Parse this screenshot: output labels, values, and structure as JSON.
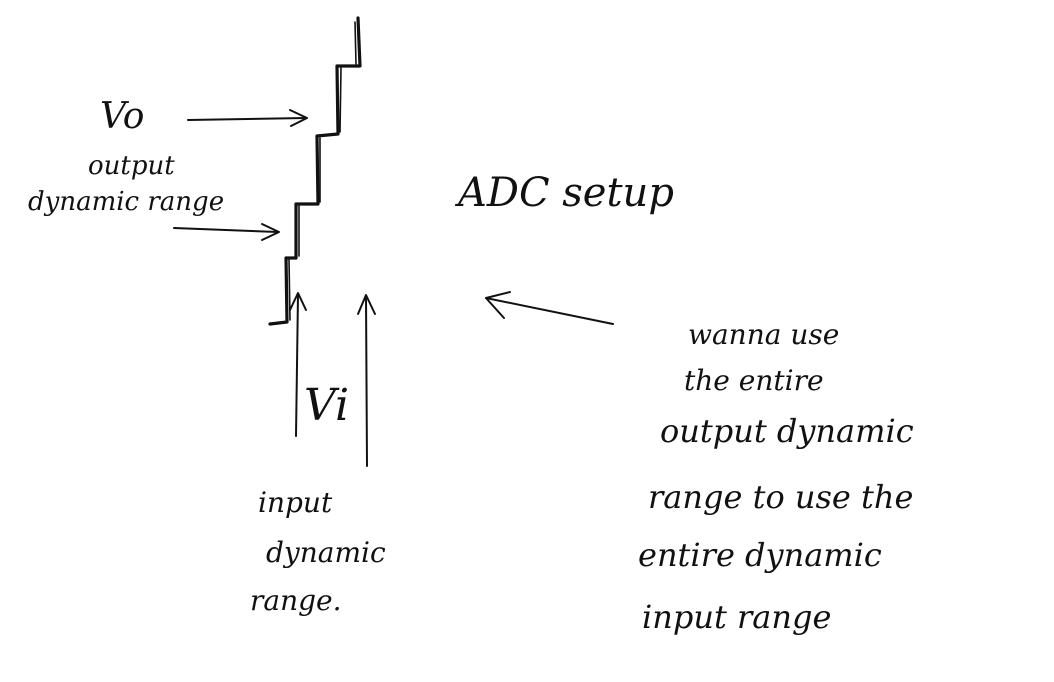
{
  "title": "ADC setup",
  "labels": {
    "vo": "Vo",
    "output_dynamic_range": [
      "output",
      "dynamic range"
    ],
    "vi": "Vi",
    "input_dynamic_range": [
      "input",
      "dynamic",
      "range."
    ]
  },
  "note": [
    "wanna use",
    "the entire",
    "output dynamic",
    "range to use the",
    "entire dynamic",
    "input range"
  ],
  "colors": {
    "ink": "#111111",
    "paper": "#ffffff"
  }
}
